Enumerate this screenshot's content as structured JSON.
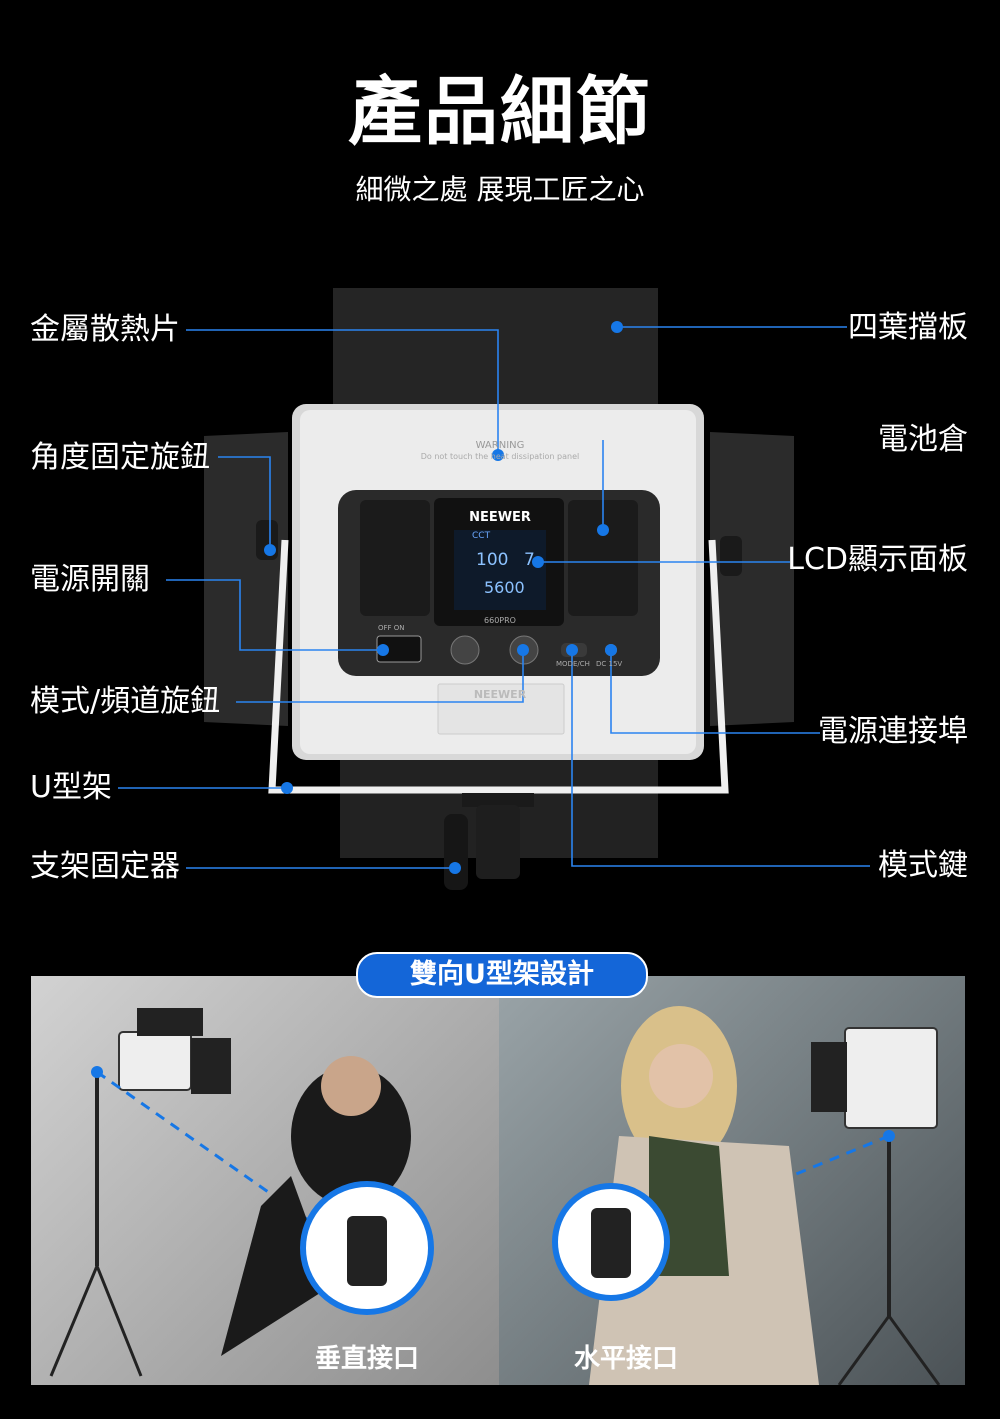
{
  "header": {
    "title": "產品細節",
    "subtitle": "細微之處 展現工匠之心"
  },
  "callouts": {
    "heat_sink": "金屬散熱片",
    "angle_knob": "角度固定旋鈕",
    "power_switch": "電源開關",
    "mode_channel_knob": "模式/頻道旋鈕",
    "u_bracket": "U型架",
    "mount": "支架固定器",
    "barn_doors": "四葉擋板",
    "battery_slot": "電池倉",
    "lcd_panel": "LCD顯示面板",
    "power_port": "電源連接埠",
    "mode_key": "模式鍵"
  },
  "device": {
    "warning_title": "WARNING",
    "warning_text": "Do not touch the heat dissipation panel",
    "brand": "NEEWER",
    "lcd_mode": "CCT",
    "lcd_brightness": "100",
    "lcd_channel": "7",
    "lcd_temperature": "5600",
    "model": "660PRO",
    "switch_labels": "OFF  ON",
    "mode_label": "MODE/CH",
    "dc_label": "DC 15V",
    "plate_brand": "NEEWER"
  },
  "section": {
    "pill": "雙向U型架設計",
    "left_label": "垂直接口",
    "right_label": "水平接口"
  },
  "colors": {
    "accent": "#1677e6",
    "line": "#2b84f0",
    "pill": "#1466d8"
  }
}
